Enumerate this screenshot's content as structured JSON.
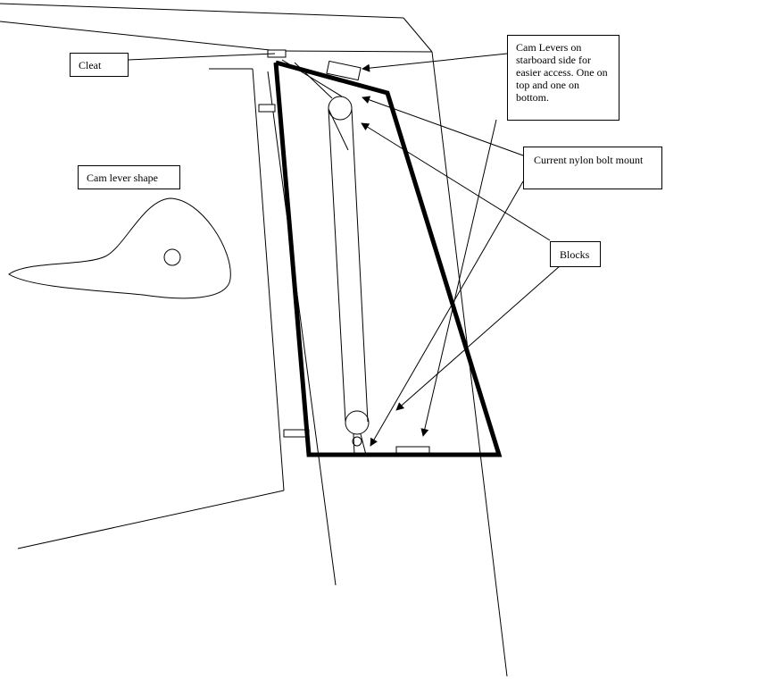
{
  "labels": {
    "cleat": "Cleat",
    "cam_lever_shape": "Cam lever shape",
    "cam_levers": "Cam Levers on starboard side for easier access.  One on top and one on bottom.",
    "nylon_bolt_mount": "Current nylon bolt mount",
    "blocks": "Blocks"
  }
}
